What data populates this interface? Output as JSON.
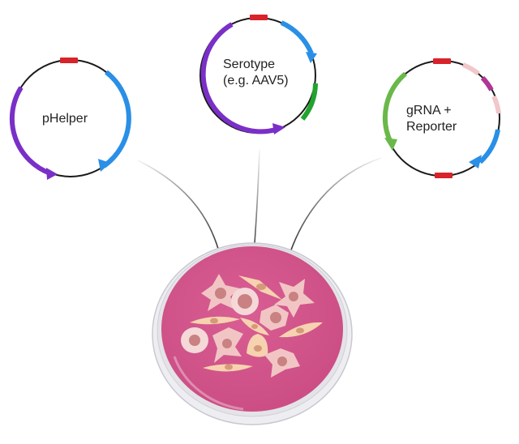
{
  "plasmids": [
    {
      "name": "pHelper",
      "lines": [
        "pHelper"
      ]
    },
    {
      "name": "Serotype (e.g. AAV5)",
      "lines": [
        "Serotype",
        "(e.g. AAV5)"
      ]
    },
    {
      "name": "gRNA + Reporter",
      "lines": [
        "gRNA +",
        "Reporter"
      ]
    }
  ],
  "colors": {
    "backbone": "#1a1a1a",
    "ori": "#d8232a",
    "blue_arrow": "#2a8fe6",
    "purple_arrow": "#7a2fc8",
    "green_arrow": "#22a32e",
    "light_green_arrow": "#6bb84a",
    "pink_segment": "#f2c7c9",
    "magenta_segment": "#b03596",
    "dish_media": "#d4588e",
    "dish_rim": "#e9e9ee",
    "cell_pink": "#f2c5c5",
    "cell_peach": "#f7d2b0",
    "nucleus": "#c98181",
    "connector": "#333333"
  },
  "icons": {
    "dish": "petri-dish-icon",
    "cells": "cell-icon"
  }
}
